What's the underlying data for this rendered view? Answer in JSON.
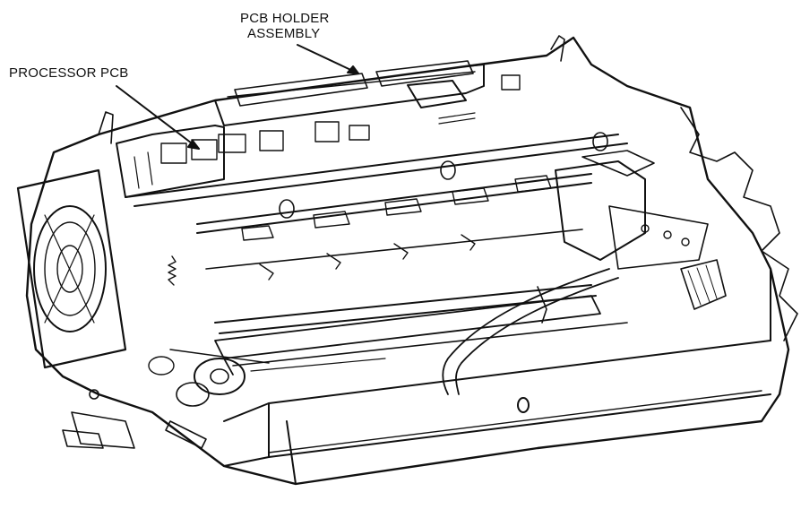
{
  "figure": {
    "subject-icon": "mechanism-assembly-illustration",
    "ink_color": "#111111",
    "paper_color": "#ffffff"
  },
  "callouts": [
    {
      "id": "pcb-holder",
      "lines": [
        "PCB HOLDER",
        "ASSEMBLY"
      ]
    },
    {
      "id": "processor-pcb",
      "lines": [
        "PROCESSOR PCB"
      ]
    }
  ]
}
